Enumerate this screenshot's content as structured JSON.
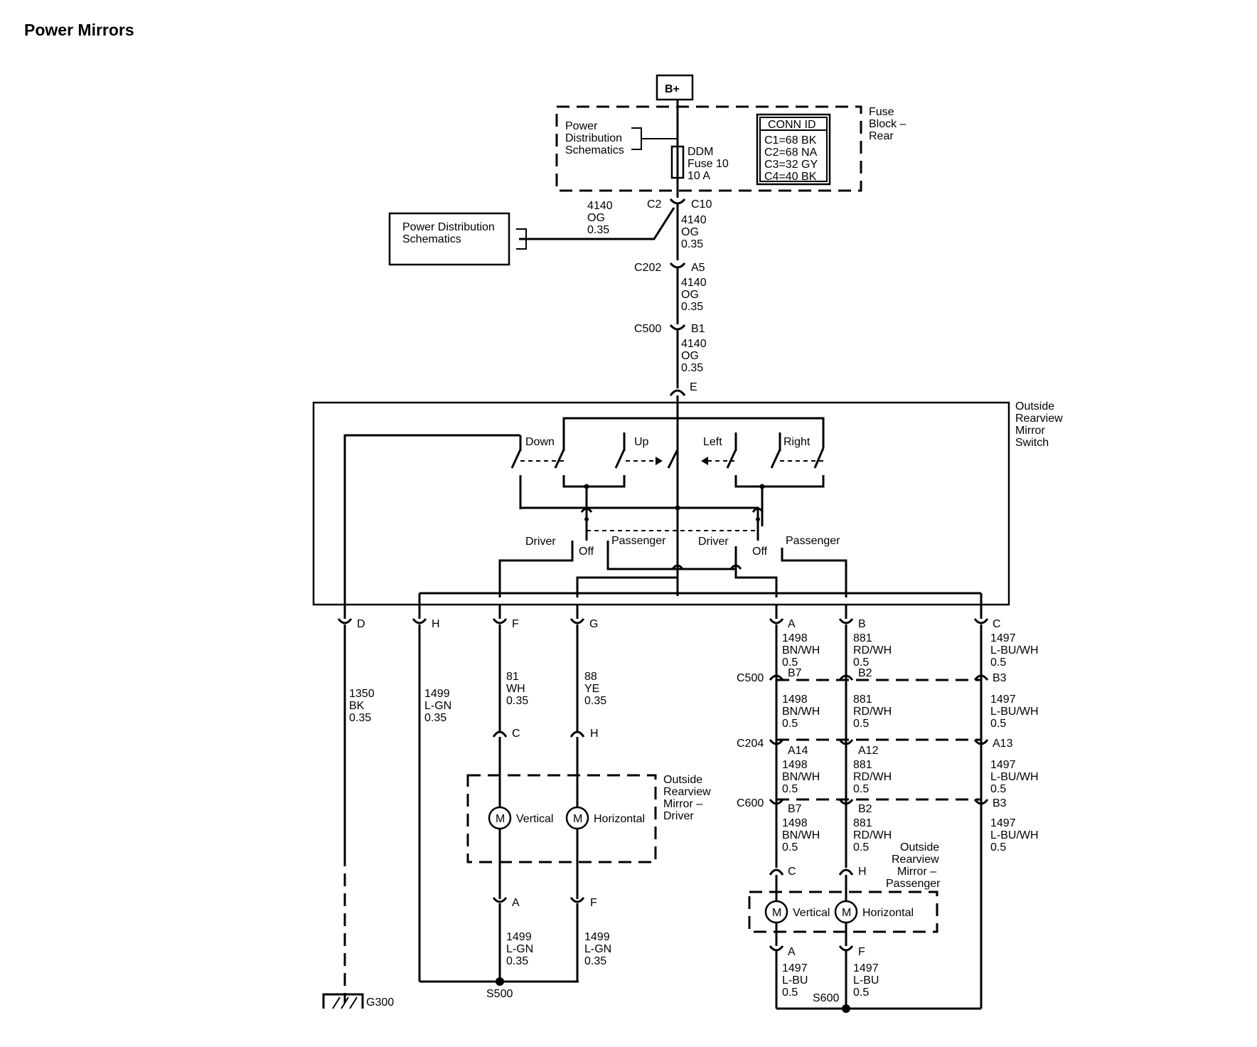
{
  "title": "Power Mirrors",
  "power": {
    "battery": "B+",
    "fuse_block": [
      "Fuse",
      "Block –",
      "Rear"
    ],
    "pds_inside": [
      "Power",
      "Distribution",
      "Schematics"
    ],
    "pds_outside": [
      "Power Distribution",
      "Schematics"
    ],
    "fuse": [
      "DDM",
      "Fuse 10",
      "10 A"
    ],
    "conn_id": {
      "header": "CONN ID",
      "rows": [
        "C1=68 BK",
        "C2=68 NA",
        "C3=32 GY",
        "C4=40 BK"
      ]
    }
  },
  "connectors": {
    "c2": "C2",
    "c10": "C10",
    "c202": "C202",
    "a5": "A5",
    "c500": "C500",
    "b1": "B1",
    "e": "E",
    "d": "D",
    "h": "H",
    "f": "F",
    "g": "G",
    "a": "A",
    "b": "B",
    "c": "C",
    "c500b": "C500",
    "b7": "B7",
    "b2": "B2",
    "b3": "B3",
    "c204": "C204",
    "a14": "A14",
    "a12": "A12",
    "a13": "A13",
    "c600": "C600",
    "b7b": "B7",
    "b2b": "B2",
    "b3b": "B3",
    "drv_c": "C",
    "drv_h": "H",
    "drv_a": "A",
    "drv_f": "F",
    "pas_c": "C",
    "pas_h": "H",
    "pas_a": "A",
    "pas_f": "F"
  },
  "wires": {
    "w4140_left": [
      "4140",
      "OG",
      "0.35"
    ],
    "w4140_1": [
      "4140",
      "OG",
      "0.35"
    ],
    "w4140_2": [
      "4140",
      "OG",
      "0.35"
    ],
    "w4140_3": [
      "4140",
      "OG",
      "0.35"
    ],
    "w1350": [
      "1350",
      "BK",
      "0.35"
    ],
    "w1499_h": [
      "1499",
      "L-GN",
      "0.35"
    ],
    "w81": [
      "81",
      "WH",
      "0.35"
    ],
    "w88": [
      "88",
      "YE",
      "0.35"
    ],
    "w1499_a": [
      "1499",
      "L-GN",
      "0.35"
    ],
    "w1499_f": [
      "1499",
      "L-GN",
      "0.35"
    ],
    "w1498_1": [
      "1498",
      "BN/WH",
      "0.5"
    ],
    "w1498_2": [
      "1498",
      "BN/WH",
      "0.5"
    ],
    "w1498_3": [
      "1498",
      "BN/WH",
      "0.5"
    ],
    "w1498_4": [
      "1498",
      "BN/WH",
      "0.5"
    ],
    "w881_1": [
      "881",
      "RD/WH",
      "0.5"
    ],
    "w881_2": [
      "881",
      "RD/WH",
      "0.5"
    ],
    "w881_3": [
      "881",
      "RD/WH",
      "0.5"
    ],
    "w881_4": [
      "881",
      "RD/WH",
      "0.5"
    ],
    "w1497_1": [
      "1497",
      "L-BU/WH",
      "0.5"
    ],
    "w1497_2": [
      "1497",
      "L-BU/WH",
      "0.5"
    ],
    "w1497_3": [
      "1497",
      "L-BU/WH",
      "0.5"
    ],
    "w1497_4": [
      "1497",
      "L-BU/WH",
      "0.5"
    ],
    "w1497_a": [
      "1497",
      "L-BU",
      "0.5"
    ],
    "w1497_f": [
      "1497",
      "L-BU",
      "0.5"
    ]
  },
  "switch": {
    "name": [
      "Outside",
      "Rearview",
      "Mirror",
      "Switch"
    ],
    "down": "Down",
    "up": "Up",
    "left": "Left",
    "right": "Right",
    "driver1": "Driver",
    "off1": "Off",
    "passenger1": "Passenger",
    "driver2": "Driver",
    "off2": "Off",
    "passenger2": "Passenger"
  },
  "driver_mirror": {
    "name": [
      "Outside",
      "Rearview",
      "Mirror –",
      "Driver"
    ],
    "motor": "M",
    "vertical": "Vertical",
    "horizontal": "Horizontal"
  },
  "passenger_mirror": {
    "name": [
      "Outside",
      "Rearview",
      "Mirror –",
      "Passenger"
    ],
    "motor": "M",
    "vertical": "Vertical",
    "horizontal": "Horizontal"
  },
  "splices": {
    "s500": "S500",
    "s600": "S600"
  },
  "ground": "G300"
}
